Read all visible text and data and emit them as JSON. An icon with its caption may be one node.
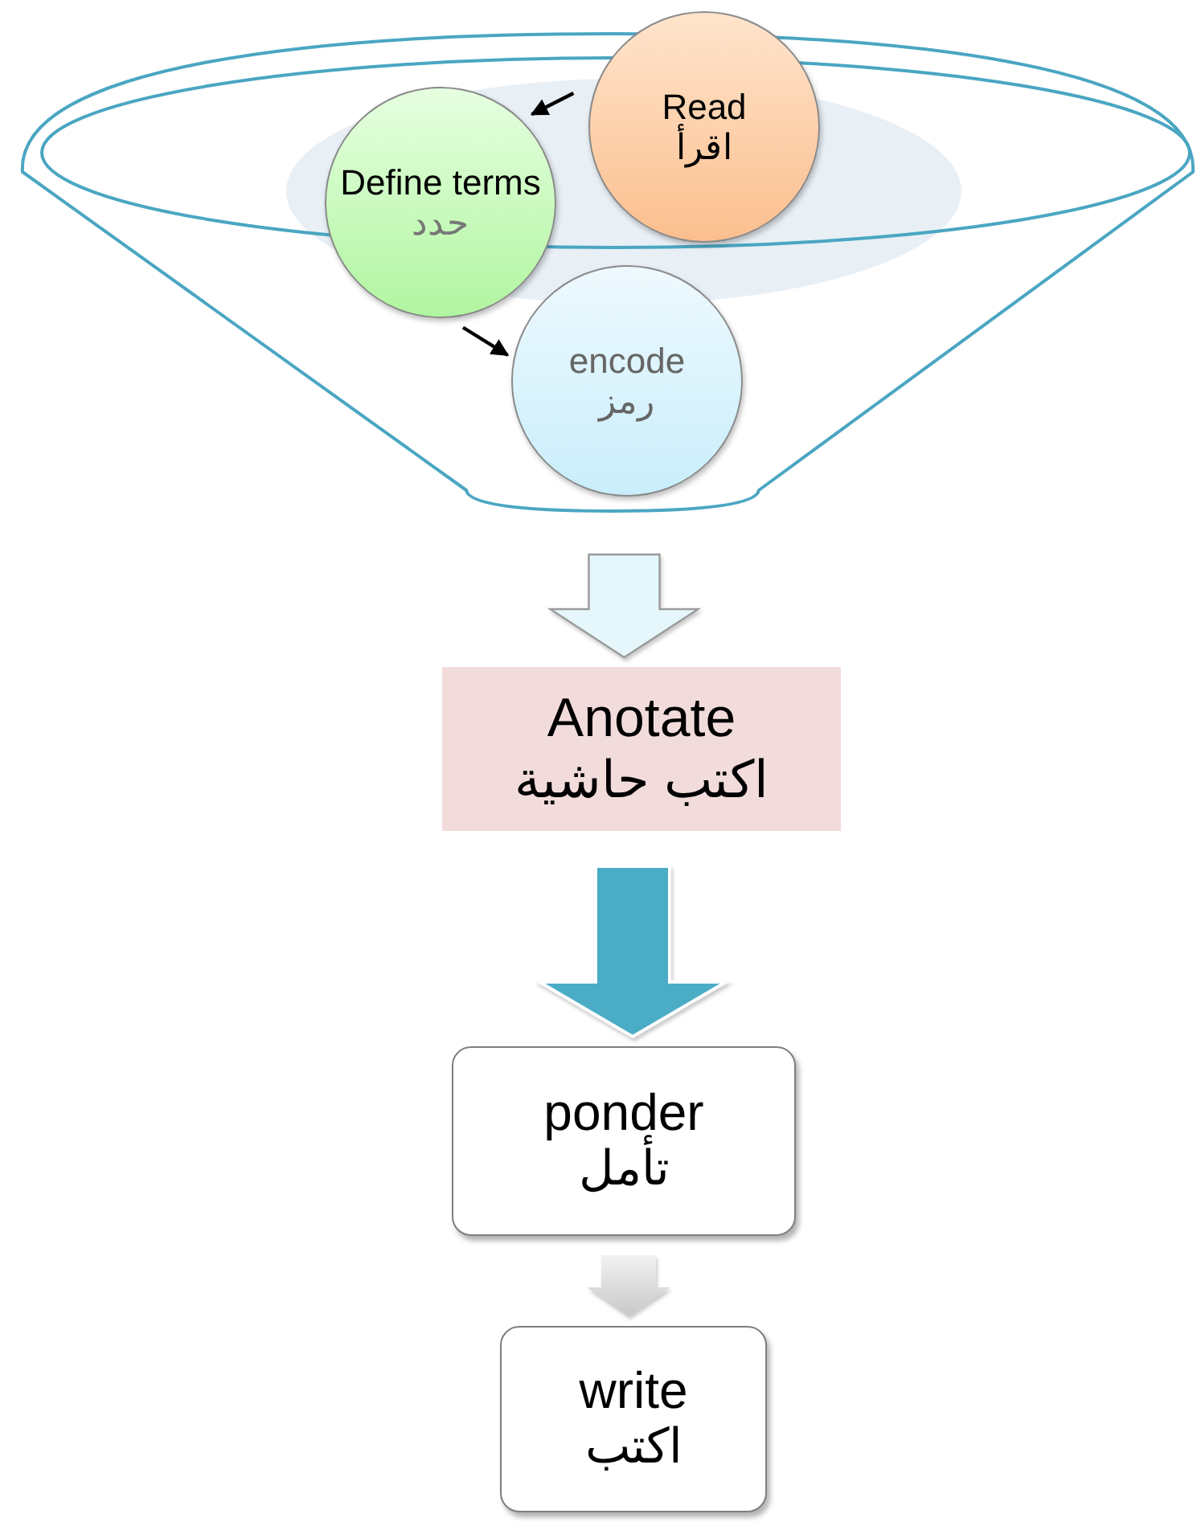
{
  "diagram": {
    "nodes": [
      {
        "text": [],
        "shape": "funnel"
      },
      {
        "text": [
          "Read",
          "اقرأ"
        ],
        "in": 0
      },
      {
        "text": [
          "Define terms",
          "حدد"
        ],
        "in": 0
      },
      {
        "text": [
          "encode",
          "رمز"
        ],
        "in": 0
      },
      {
        "text": [
          "Anotate",
          "اكتب حاشية"
        ]
      },
      {
        "text": [
          "ponder",
          "تأمل"
        ]
      },
      {
        "text": [
          "write",
          "اكتب"
        ]
      }
    ],
    "edges": [
      {
        "from": 1,
        "to": 2,
        "arrow": "to"
      },
      {
        "from": 2,
        "to": 3,
        "arrow": "to"
      },
      {
        "from": 0,
        "to": 4,
        "arrow": "to",
        "style": "thick",
        "color": "#e6f7fc"
      },
      {
        "from": 4,
        "to": 5,
        "arrow": "to",
        "style": "thick",
        "color": "#4bacc6"
      },
      {
        "from": 5,
        "to": 6,
        "arrow": "to",
        "style": "thick",
        "color": "#d9d9d9"
      }
    ]
  }
}
